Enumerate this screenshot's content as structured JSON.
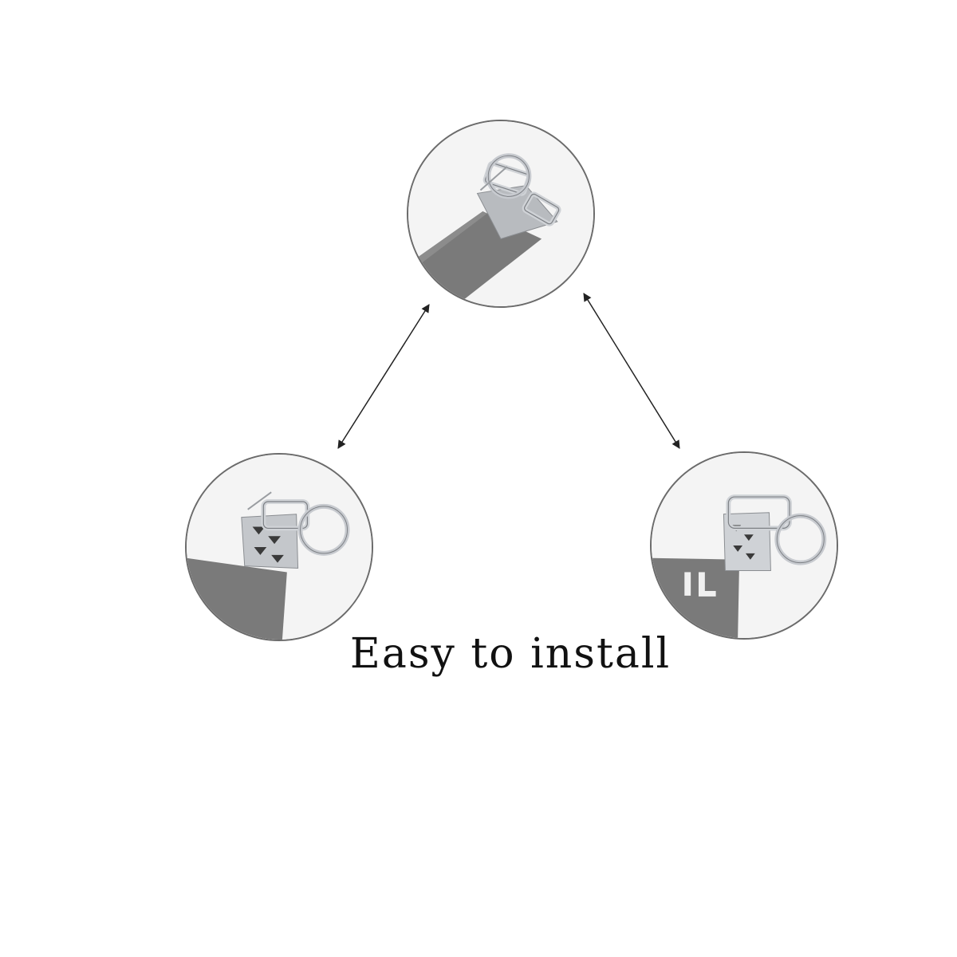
{
  "caption": "Easy to install",
  "steps": [
    {
      "name": "strap-with-clip-open",
      "icon": "keyfob-hardware-icon"
    },
    {
      "name": "clip-closing-on-strap",
      "icon": "keyfob-hardware-icon"
    },
    {
      "name": "clip-crimped-on-strap",
      "icon": "keyfob-hardware-icon"
    }
  ],
  "colors": {
    "background": "#ffffff",
    "strap": "#7a7a7a",
    "metal": "#c9ccd0",
    "circle_border": "#6b6b6b",
    "arrow": "#222222",
    "text": "#111111"
  }
}
